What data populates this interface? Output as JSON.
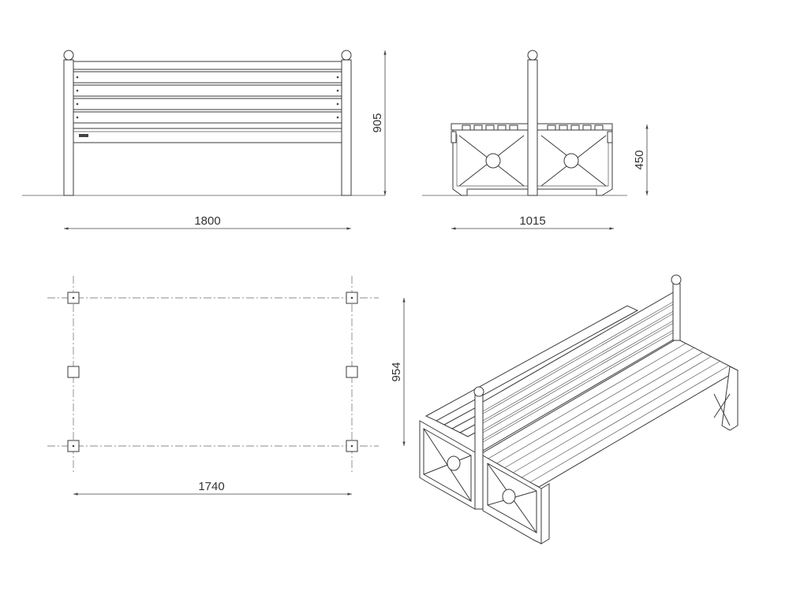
{
  "drawing": {
    "dimensions": {
      "front_width": "1800",
      "front_height": "905",
      "side_depth": "1015",
      "side_seat_height": "450",
      "plan_width": "1740",
      "plan_depth": "954"
    }
  }
}
